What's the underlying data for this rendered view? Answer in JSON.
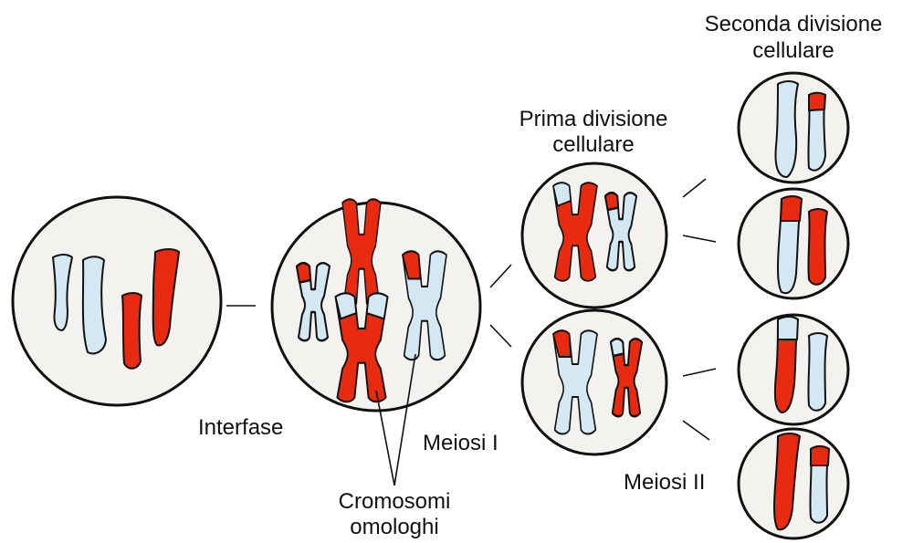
{
  "labels": {
    "interfase": "Interfase",
    "meiosi_1": "Meiosi I",
    "meiosi_2": "Meiosi II",
    "prima_line1": "Prima divisione",
    "prima_line2": "cellulare",
    "seconda_line1": "Seconda divisione",
    "seconda_line2": "cellulare",
    "cromosomi_line1": "Cromosomi",
    "cromosomi_line2": "omologhi"
  },
  "colors": {
    "cell_fill": "#f4f2ee",
    "paternal_blue": "#d3e8f3",
    "maternal_red": "#e82b10",
    "outline": "#111111"
  }
}
